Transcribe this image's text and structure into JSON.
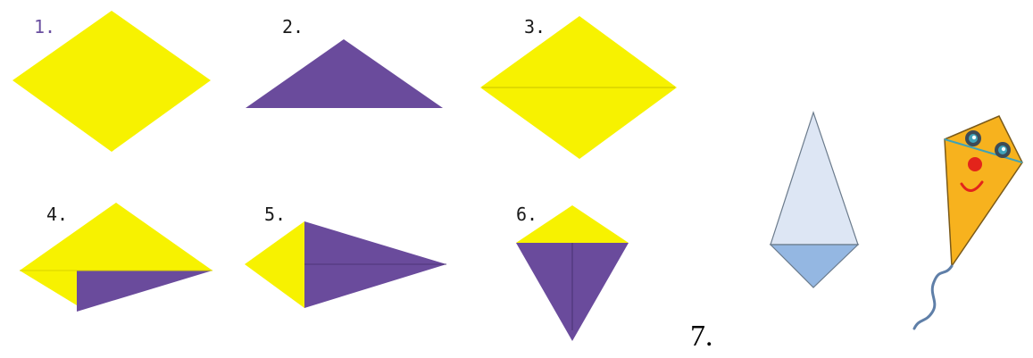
{
  "steps": [
    {
      "number": "1."
    },
    {
      "number": "2."
    },
    {
      "number": "3."
    },
    {
      "number": "4."
    },
    {
      "number": "5."
    },
    {
      "number": "6."
    },
    {
      "number": "7."
    }
  ],
  "colors": {
    "paper_yellow": "#f7f200",
    "paper_purple": "#6a4b9c",
    "kite_light": "#dde6f4",
    "kite_blue": "#94b7e2",
    "kite_orange": "#f7b21e",
    "face_red": "#e3241b",
    "tail_blue": "#5f7fa8"
  },
  "icons": [
    "origami-step-diagram",
    "paper-kite-outline-icon",
    "kite-with-face-icon"
  ]
}
